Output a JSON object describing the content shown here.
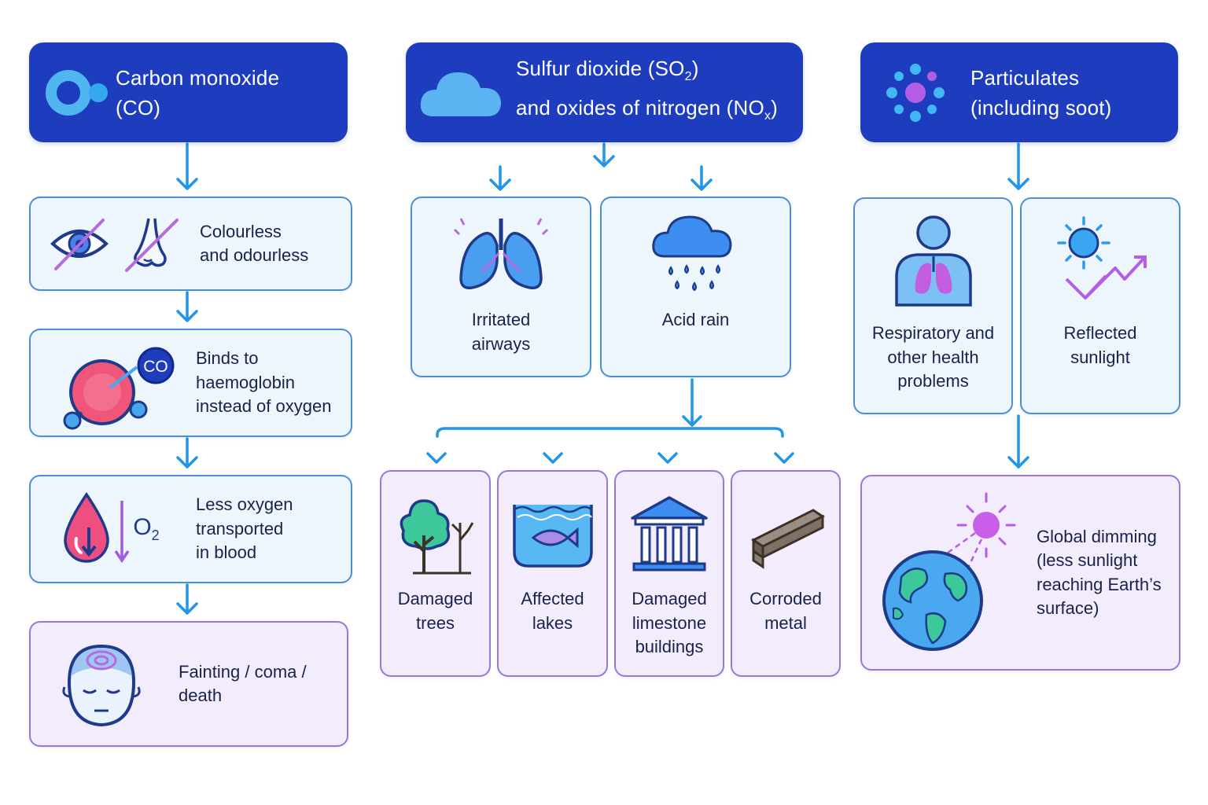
{
  "colors": {
    "header_bg": "#1e3dbe",
    "card_bg": "#eef6fd",
    "card_border": "#4d8fd6",
    "outcome_bg": "#f2ecfc",
    "outcome_border": "#9a78d8",
    "arrow": "#2196e8"
  },
  "columns": {
    "co": {
      "header": {
        "line1": "Carbon monoxide",
        "line2": "(CO)",
        "icon": "co-molecule-icon"
      },
      "steps": [
        {
          "line1": "Colourless",
          "line2": "and odourless",
          "icons": [
            "crossed-eye-icon",
            "crossed-nose-icon"
          ]
        },
        {
          "line1": "Binds to",
          "line2": "haemoglobin",
          "line3": "instead of oxygen",
          "badge": "CO",
          "icon": "haemoglobin-icon"
        },
        {
          "line1": "Less oxygen",
          "line2": "transported",
          "line3": "in blood",
          "o2": "O",
          "o2_sub": "2",
          "icon": "blood-drop-icon"
        },
        {
          "line1": "Fainting / coma /",
          "line2": "death",
          "icon": "unconscious-head-icon"
        }
      ]
    },
    "sox": {
      "header": {
        "line1a": "Sulfur dioxide (SO",
        "line1sub": "2",
        "line1b": ")",
        "line2a": "and oxides of nitrogen (NO",
        "line2sub": "x",
        "line2b": ")",
        "icon": "cloud-icon"
      },
      "effects": [
        {
          "line1": "Irritated",
          "line2": "airways",
          "icon": "lungs-icon"
        },
        {
          "line1": "Acid rain",
          "icon": "rain-cloud-icon"
        }
      ],
      "damage": [
        {
          "line1": "Damaged",
          "line2": "trees",
          "icon": "trees-icon"
        },
        {
          "line1": "Affected",
          "line2": "lakes",
          "icon": "lake-fish-icon"
        },
        {
          "line1": "Damaged",
          "line2": "limestone",
          "line3": "buildings",
          "icon": "building-icon"
        },
        {
          "line1": "Corroded",
          "line2": "metal",
          "icon": "metal-beam-icon"
        }
      ]
    },
    "pm": {
      "header": {
        "line1": "Particulates",
        "line2": "(including soot)",
        "icon": "particles-icon"
      },
      "effects": [
        {
          "line1": "Respiratory and",
          "line2": "other health",
          "line3": "problems",
          "icon": "person-lungs-icon"
        },
        {
          "line1": "Reflected",
          "line2": "sunlight",
          "icon": "sun-reflect-icon"
        }
      ],
      "outcome": {
        "line1": "Global dimming",
        "line2": "(less sunlight",
        "line3": "reaching Earth’s",
        "line4": "surface)",
        "icon": "earth-sun-icon"
      }
    }
  }
}
